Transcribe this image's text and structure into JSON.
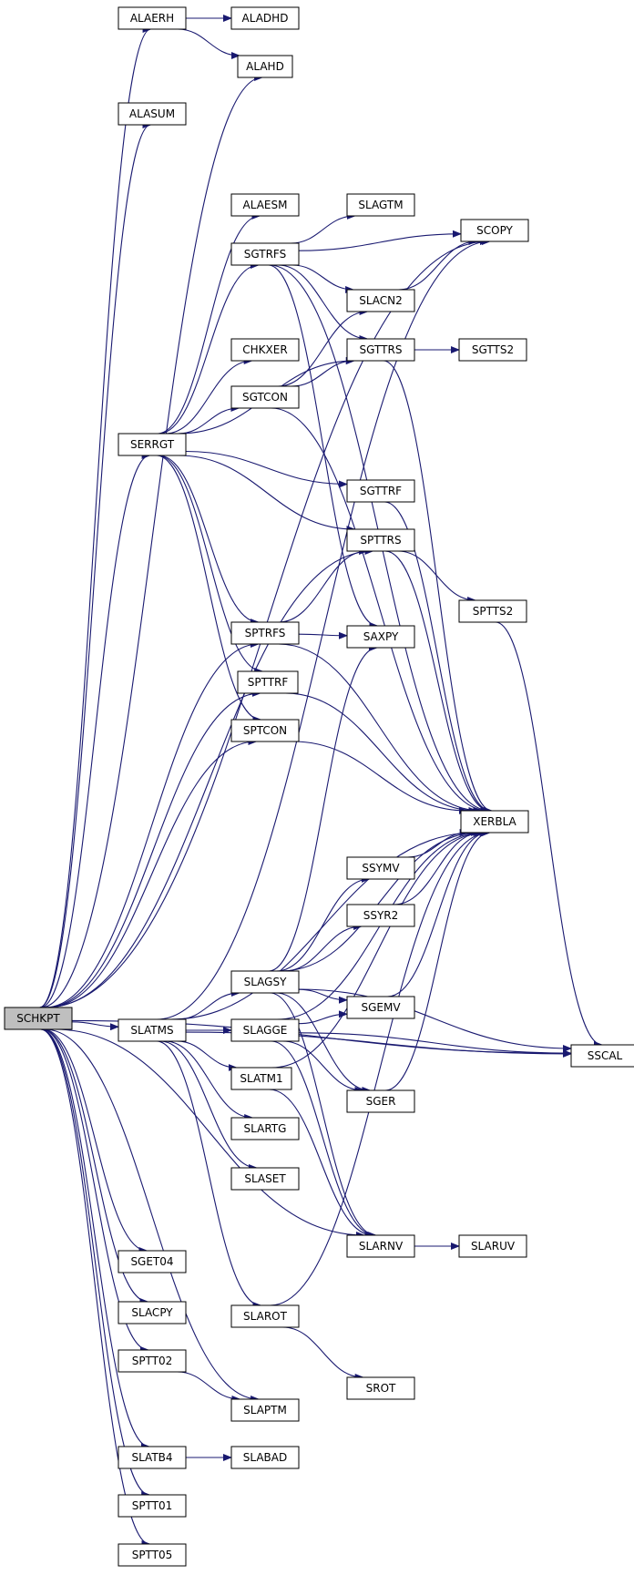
{
  "colors": {
    "edge": "#191970",
    "node_fill": "#ffffff",
    "root_fill": "#bfbfbf",
    "node_border": "#000000"
  },
  "nodes": [
    {
      "id": "SCHKPT",
      "label": "SCHKPT",
      "root": true
    },
    {
      "id": "ALAERH",
      "label": "ALAERH"
    },
    {
      "id": "ALADHD",
      "label": "ALADHD"
    },
    {
      "id": "ALAHD",
      "label": "ALAHD"
    },
    {
      "id": "ALASUM",
      "label": "ALASUM"
    },
    {
      "id": "ALAESM",
      "label": "ALAESM"
    },
    {
      "id": "SLAGTM",
      "label": "SLAGTM"
    },
    {
      "id": "SCOPY",
      "label": "SCOPY"
    },
    {
      "id": "SGTRFS",
      "label": "SGTRFS"
    },
    {
      "id": "SLACN2",
      "label": "SLACN2"
    },
    {
      "id": "CHKXER",
      "label": "CHKXER"
    },
    {
      "id": "SGTTRS",
      "label": "SGTTRS"
    },
    {
      "id": "SGTTS2",
      "label": "SGTTS2"
    },
    {
      "id": "SGTCON",
      "label": "SGTCON"
    },
    {
      "id": "SERRGT",
      "label": "SERRGT"
    },
    {
      "id": "SGTTRF",
      "label": "SGTTRF"
    },
    {
      "id": "SPTTRS",
      "label": "SPTTRS"
    },
    {
      "id": "SPTTS2",
      "label": "SPTTS2"
    },
    {
      "id": "SPTRFS",
      "label": "SPTRFS"
    },
    {
      "id": "SAXPY",
      "label": "SAXPY"
    },
    {
      "id": "SPTTRF",
      "label": "SPTTRF"
    },
    {
      "id": "SPTCON",
      "label": "SPTCON"
    },
    {
      "id": "XERBLA",
      "label": "XERBLA"
    },
    {
      "id": "SSYMV",
      "label": "SSYMV"
    },
    {
      "id": "SSYR2",
      "label": "SSYR2"
    },
    {
      "id": "SLAGSY",
      "label": "SLAGSY"
    },
    {
      "id": "SGEMV",
      "label": "SGEMV"
    },
    {
      "id": "SLATMS",
      "label": "SLATMS"
    },
    {
      "id": "SLAGGE",
      "label": "SLAGGE"
    },
    {
      "id": "SSCAL",
      "label": "SSCAL"
    },
    {
      "id": "SLATM1",
      "label": "SLATM1"
    },
    {
      "id": "SGER",
      "label": "SGER"
    },
    {
      "id": "SLARTG",
      "label": "SLARTG"
    },
    {
      "id": "SLASET",
      "label": "SLASET"
    },
    {
      "id": "SLARNV",
      "label": "SLARNV"
    },
    {
      "id": "SLARUV",
      "label": "SLARUV"
    },
    {
      "id": "SGET04",
      "label": "SGET04"
    },
    {
      "id": "SLACPY",
      "label": "SLACPY"
    },
    {
      "id": "SLAROT",
      "label": "SLAROT"
    },
    {
      "id": "SPTT02",
      "label": "SPTT02"
    },
    {
      "id": "SROT",
      "label": "SROT"
    },
    {
      "id": "SLAPTM",
      "label": "SLAPTM"
    },
    {
      "id": "SLATB4",
      "label": "SLATB4"
    },
    {
      "id": "SLABAD",
      "label": "SLABAD"
    },
    {
      "id": "SPTT01",
      "label": "SPTT01"
    },
    {
      "id": "SPTT05",
      "label": "SPTT05"
    }
  ],
  "edges": [
    [
      "SCHKPT",
      "ALAERH"
    ],
    [
      "SCHKPT",
      "ALAHD"
    ],
    [
      "SCHKPT",
      "ALASUM"
    ],
    [
      "SCHKPT",
      "SCOPY"
    ],
    [
      "SCHKPT",
      "SERRGT"
    ],
    [
      "SCHKPT",
      "SPTTRS"
    ],
    [
      "SCHKPT",
      "SPTRFS"
    ],
    [
      "SCHKPT",
      "SPTTRF"
    ],
    [
      "SCHKPT",
      "SPTCON"
    ],
    [
      "SCHKPT",
      "SLATMS"
    ],
    [
      "SCHKPT",
      "SLARNV"
    ],
    [
      "SCHKPT",
      "SSCAL"
    ],
    [
      "SCHKPT",
      "SGET04"
    ],
    [
      "SCHKPT",
      "SLACPY"
    ],
    [
      "SCHKPT",
      "SPTT02"
    ],
    [
      "SCHKPT",
      "SLAPTM"
    ],
    [
      "SCHKPT",
      "SLATB4"
    ],
    [
      "SCHKPT",
      "SPTT01"
    ],
    [
      "SCHKPT",
      "SPTT05"
    ],
    [
      "ALAERH",
      "ALADHD"
    ],
    [
      "ALAERH",
      "ALAHD"
    ],
    [
      "SERRGT",
      "ALAESM"
    ],
    [
      "SERRGT",
      "SGTRFS"
    ],
    [
      "SERRGT",
      "SGTTRS"
    ],
    [
      "SERRGT",
      "CHKXER"
    ],
    [
      "SERRGT",
      "SGTCON"
    ],
    [
      "SERRGT",
      "SGTTRF"
    ],
    [
      "SERRGT",
      "SPTTRS"
    ],
    [
      "SERRGT",
      "SPTRFS"
    ],
    [
      "SERRGT",
      "SPTTRF"
    ],
    [
      "SERRGT",
      "SPTCON"
    ],
    [
      "SGTRFS",
      "SLAGTM"
    ],
    [
      "SGTRFS",
      "SCOPY"
    ],
    [
      "SGTRFS",
      "SLACN2"
    ],
    [
      "SGTRFS",
      "SGTTRS"
    ],
    [
      "SGTRFS",
      "SAXPY"
    ],
    [
      "SGTRFS",
      "XERBLA"
    ],
    [
      "SLACN2",
      "SCOPY"
    ],
    [
      "SGTTRS",
      "SGTTS2"
    ],
    [
      "SGTTRS",
      "XERBLA"
    ],
    [
      "SGTCON",
      "SLACN2"
    ],
    [
      "SGTCON",
      "SGTTRS"
    ],
    [
      "SGTCON",
      "XERBLA"
    ],
    [
      "SGTTRF",
      "XERBLA"
    ],
    [
      "SPTTRS",
      "SPTTS2"
    ],
    [
      "SPTTRS",
      "XERBLA"
    ],
    [
      "SPTTS2",
      "SSCAL"
    ],
    [
      "SPTRFS",
      "SPTTRS"
    ],
    [
      "SPTRFS",
      "SAXPY"
    ],
    [
      "SPTRFS",
      "XERBLA"
    ],
    [
      "SPTTRF",
      "XERBLA"
    ],
    [
      "SPTCON",
      "XERBLA"
    ],
    [
      "SLATMS",
      "SCOPY"
    ],
    [
      "SLATMS",
      "XERBLA"
    ],
    [
      "SLATMS",
      "SLAGSY"
    ],
    [
      "SLATMS",
      "SLAGGE"
    ],
    [
      "SLATMS",
      "SSCAL"
    ],
    [
      "SLATMS",
      "SLATM1"
    ],
    [
      "SLATMS",
      "SLARTG"
    ],
    [
      "SLATMS",
      "SLASET"
    ],
    [
      "SLATMS",
      "SLAROT"
    ],
    [
      "SSYMV",
      "XERBLA"
    ],
    [
      "SSYR2",
      "XERBLA"
    ],
    [
      "SLAGSY",
      "SAXPY"
    ],
    [
      "SLAGSY",
      "SSYMV"
    ],
    [
      "SLAGSY",
      "SSYR2"
    ],
    [
      "SLAGSY",
      "XERBLA"
    ],
    [
      "SLAGSY",
      "SGEMV"
    ],
    [
      "SLAGSY",
      "SSCAL"
    ],
    [
      "SLAGSY",
      "SGER"
    ],
    [
      "SLAGSY",
      "SLARNV"
    ],
    [
      "SLAGGE",
      "SGEMV"
    ],
    [
      "SLAGGE",
      "SGER"
    ],
    [
      "SLAGGE",
      "XERBLA"
    ],
    [
      "SLAGGE",
      "SSCAL"
    ],
    [
      "SLAGGE",
      "SLARNV"
    ],
    [
      "SGEMV",
      "XERBLA"
    ],
    [
      "SGER",
      "XERBLA"
    ],
    [
      "SLATM1",
      "SLARNV"
    ],
    [
      "SLATM1",
      "XERBLA"
    ],
    [
      "SLARNV",
      "SLARUV"
    ],
    [
      "SLAROT",
      "XERBLA"
    ],
    [
      "SLAROT",
      "SROT"
    ],
    [
      "SPTT02",
      "SLAPTM"
    ],
    [
      "SLATB4",
      "SLABAD"
    ]
  ]
}
